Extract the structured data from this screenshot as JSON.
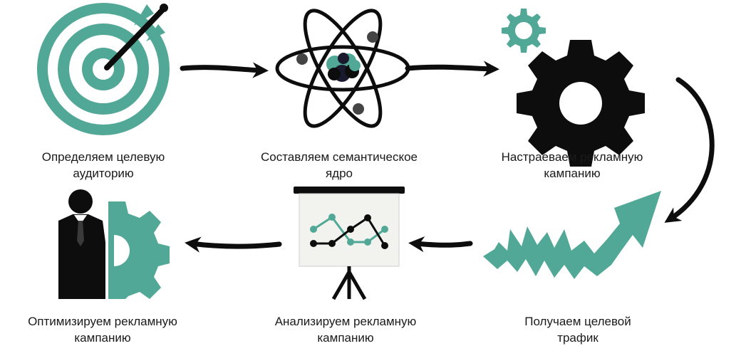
{
  "steps": [
    {
      "id": "audience",
      "line1": "Определяем целевую",
      "line2": "аудиторию",
      "icon": "target-icon"
    },
    {
      "id": "semantic",
      "line1": "Составляем семантическое",
      "line2": "ядро",
      "icon": "atom-icon"
    },
    {
      "id": "setup",
      "line1": "Настраеваем рекламную",
      "line2": "кампанию",
      "icon": "gears-icon"
    },
    {
      "id": "traffic",
      "line1": "Получаем целевой",
      "line2": "трафик",
      "icon": "trend-arrow-icon"
    },
    {
      "id": "analyze",
      "line1": "Анализируем рекламную",
      "line2": "кампанию",
      "icon": "chart-board-icon"
    },
    {
      "id": "optimize",
      "line1": "Оптимизируем рекламную",
      "line2": "кампанию",
      "icon": "businessman-gear-icon"
    }
  ],
  "colors": {
    "accent": "#52a896",
    "dark": "#0d0d0d",
    "text": "#1a1a1a",
    "background": "#ffffff"
  }
}
